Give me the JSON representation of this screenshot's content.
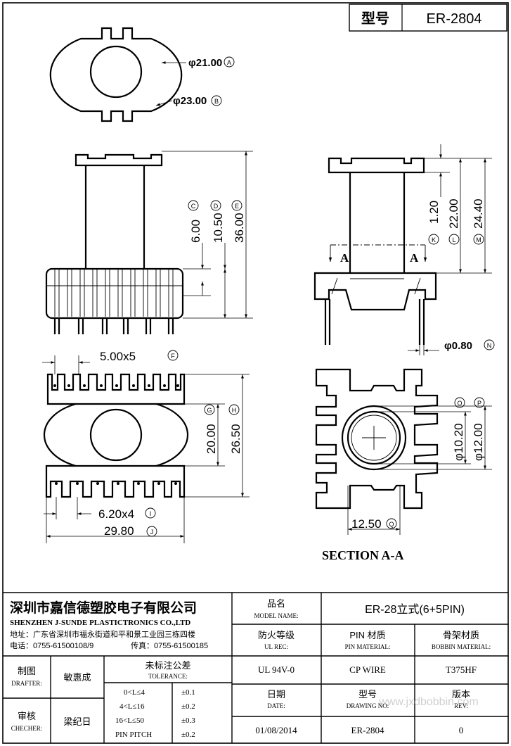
{
  "header": {
    "type_label": "型号",
    "type_value": "ER-2804"
  },
  "top_view": {
    "dim_inner": "φ21.00",
    "tag_inner": "A",
    "dim_outer": "φ23.00",
    "tag_outer": "B"
  },
  "front_view": {
    "dim_c": "6.00",
    "tag_c": "C",
    "dim_d": "10.50",
    "tag_d": "D",
    "dim_e": "36.00",
    "tag_e": "E"
  },
  "side_view": {
    "dim_k": "1.20",
    "tag_k": "K",
    "dim_l": "22.00",
    "tag_l": "L",
    "dim_m": "24.40",
    "tag_m": "M",
    "section_mark": "A",
    "dim_n": "φ0.80",
    "tag_n": "N"
  },
  "bottom_view": {
    "dim_f": "5.00x5",
    "tag_f": "F",
    "dim_g": "20.00",
    "tag_g": "G",
    "dim_h": "26.50",
    "tag_h": "H",
    "dim_i": "6.20x4",
    "tag_i": "I",
    "dim_j": "29.80",
    "tag_j": "J"
  },
  "section_view": {
    "dim_o": "φ10.20",
    "tag_o": "O",
    "dim_p": "φ12.00",
    "tag_p": "P",
    "dim_q": "12.50",
    "tag_q": "Q",
    "caption": "SECTION A-A"
  },
  "title_block": {
    "company_cn": "深圳市嘉信德塑胶电子有限公司",
    "company_en": "SHENZHEN J-SUNDE PLASTICTRONICS CO.,LTD",
    "address": "地址：广东省深圳市福永街道和平和景工业园三栋四楼",
    "phone": "电话：0755-61500108/9",
    "fax": "传真：0755-61500185",
    "model_label_cn": "品名",
    "model_label_en": "MODEL NAME:",
    "model_value": "ER-28立式(6+5PIN)",
    "ul_label_cn": "防火等级",
    "ul_label_en": "UL REC:",
    "ul_value": "UL 94V-0",
    "pin_label_cn": "PIN 材质",
    "pin_label_en": "PIN MATERIAL:",
    "pin_value": "CP WIRE",
    "bobbin_label_cn": "骨架材质",
    "bobbin_label_en": "BOBBIN MATERIAL:",
    "bobbin_value": "T375HF",
    "drafter_label_cn": "制图",
    "drafter_label_en": "DRAFTER:",
    "drafter_value": "敏惠成",
    "checker_label_cn": "审核",
    "checker_label_en": "CHECHER:",
    "checker_value": "梁纪日",
    "tol_label_cn": "未标注公差",
    "tol_label_en": "TOLERANCE:",
    "tol_rows": [
      {
        "range": "0<L≤4",
        "value": "±0.1"
      },
      {
        "range": "4<L≤16",
        "value": "±0.2"
      },
      {
        "range": "16<L≤50",
        "value": "±0.3"
      },
      {
        "range": "PIN PITCH",
        "value": "±0.2"
      }
    ],
    "date_label_cn": "日期",
    "date_label_en": "DATE:",
    "date_value": "01/08/2014",
    "drawing_label_cn": "型号",
    "drawing_label_en": "DRAWING NO:",
    "drawing_value": "ER-2804",
    "rev_label_cn": "版本",
    "rev_label_en": "REV:",
    "rev_value": "0",
    "watermark": "www.jxdbobbin.com"
  }
}
